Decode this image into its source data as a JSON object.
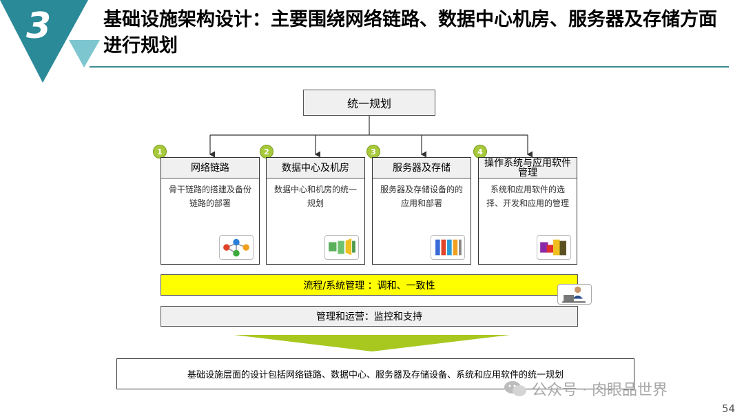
{
  "slide": {
    "number": "3",
    "title": "基础设施架构设计：主要围绕网络链路、数据中心机房、服务器及存储方面进行规划",
    "page_number": "54"
  },
  "diagram": {
    "top": "统一规划",
    "cards": [
      {
        "num": "1",
        "title": "网络链路",
        "desc": "骨干链路的搭建及备份链路的部署"
      },
      {
        "num": "2",
        "title": "数据中心及机房",
        "desc": "数据中心和机房的统一规划"
      },
      {
        "num": "3",
        "title": "服务器及存储",
        "desc": "服务器及存储设备的的应用和部署"
      },
      {
        "num": "4",
        "title": "操作系统与应用软件管理",
        "desc": "系统和应用软件的选择、开发和应用的管理"
      }
    ],
    "process_bar": "流程/系统管理 ：调和、一致性",
    "ops_bar": "管理和运营：监控和支持",
    "summary": "基础设施层面的设计包括网络链路、数据中心、服务器及存储设备、系统和应用软件的统一规划"
  },
  "watermark": "公众号 · 肉眼品世界",
  "colors": {
    "teal_dark": "#2a8a98",
    "teal_light": "#7ec6cf",
    "green_badge": "#a7c93b",
    "yellow_bar": "#ffff00",
    "arrow_green": "#a8c820"
  }
}
